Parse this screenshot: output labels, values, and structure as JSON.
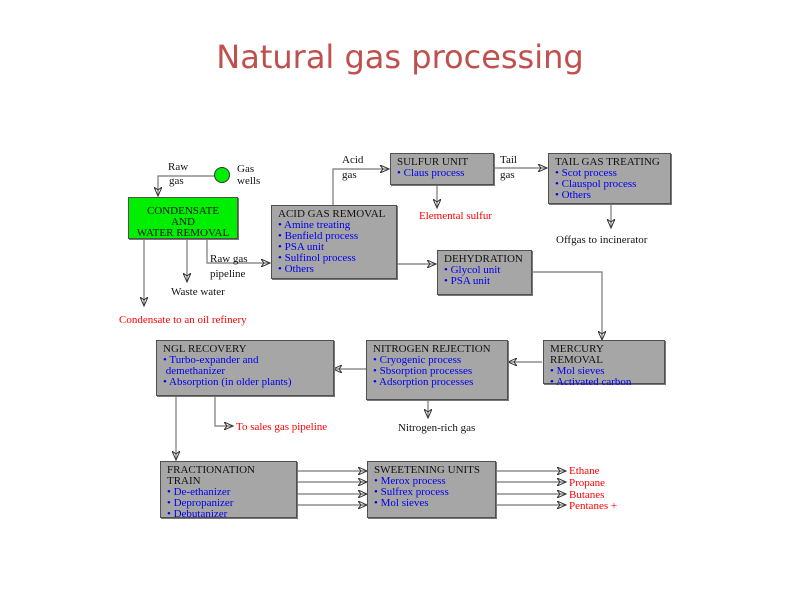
{
  "title": "Natural gas processing",
  "source": {
    "well_label_1": "Gas",
    "well_label_2": "wells",
    "raw_gas_1": "Raw",
    "raw_gas_2": "gas"
  },
  "boxes": {
    "condensate": {
      "lines": [
        "CONDENSATE",
        "AND",
        "WATER REMOVAL"
      ]
    },
    "acid_gas": {
      "header": "ACID GAS REMOVAL",
      "items": [
        "• Amine treating",
        "• Benfield process",
        "• PSA unit",
        "• Sulfinol process",
        "• Others"
      ]
    },
    "sulfur": {
      "header": "SULFUR UNIT",
      "items": [
        "• Claus process"
      ]
    },
    "tail_gas": {
      "header": "TAIL GAS TREATING",
      "items": [
        "• Scot process",
        "• Clauspol process",
        "• Others"
      ]
    },
    "dehydration": {
      "header": "DEHYDRATION",
      "items": [
        "• Glycol unit",
        "• PSA unit"
      ]
    },
    "mercury": {
      "header": "MERCURY REMOVAL",
      "items": [
        "• Mol sieves",
        "• Activated carbon"
      ]
    },
    "nitrogen": {
      "header": "NITROGEN REJECTION",
      "items": [
        "• Cryogenic process",
        "• Sbsorption processes",
        "• Adsorption processes"
      ]
    },
    "ngl": {
      "header": "NGL RECOVERY",
      "items": [
        "• Turbo-expander and",
        " demethanizer",
        "• Absorption (in older plants)"
      ]
    },
    "fractionation": {
      "header": "FRACTIONATION TRAIN",
      "items": [
        "• De-ethanizer",
        "• Depropanizer",
        "• Debutanizer"
      ]
    },
    "sweetening": {
      "header": "SWEETENING UNITS",
      "items": [
        "• Merox process",
        "• Sulfrex process",
        "• Mol sieves"
      ]
    }
  },
  "labels": {
    "acid_gas_1": "Acid",
    "acid_gas_2": "gas",
    "tail_gas_1": "Tail",
    "tail_gas_2": "gas",
    "raw_gas_pipeline_1": "Raw gas",
    "raw_gas_pipeline_2": "pipeline",
    "waste_water": "Waste water",
    "condensate_refinery": "Condensate to an oil refinery",
    "elemental_sulfur": "Elemental sulfur",
    "offgas": "Offgas to incinerator",
    "nitrogen_rich": "Nitrogen-rich gas",
    "sales_gas": "To sales gas pipeline",
    "products": [
      "Ethane",
      "Propane",
      "Butanes",
      "Pentanes +"
    ]
  },
  "colors": {
    "title": "#c0504d",
    "box_fill": "#a6a6a6",
    "green_fill": "#00ee00",
    "item_text": "#0000ee",
    "output_text": "#ff0000"
  }
}
